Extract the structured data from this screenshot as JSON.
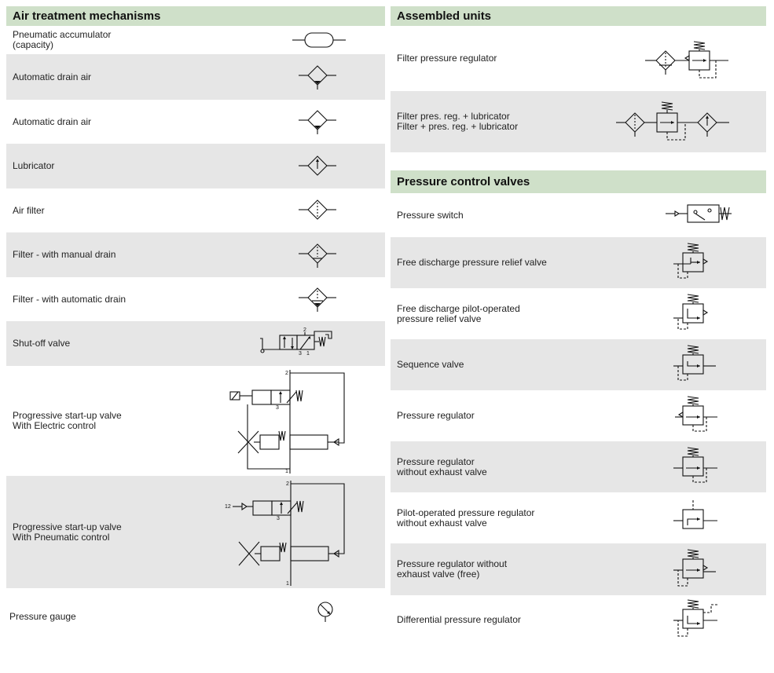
{
  "left_section": {
    "title": "Air treatment mechanisms",
    "items": [
      {
        "label": "Pneumatic accumulator\n(capacity)",
        "icon": "pneumatic-accumulator-symbol"
      },
      {
        "label": "Automatic drain air",
        "icon": "automatic-drain-symbol"
      },
      {
        "label": "Automatic drain air",
        "icon": "automatic-drain-symbol"
      },
      {
        "label": "Lubricator",
        "icon": "lubricator-symbol"
      },
      {
        "label": "Air filter",
        "icon": "air-filter-symbol"
      },
      {
        "label": "Filter - with manual drain",
        "icon": "filter-manual-drain-symbol"
      },
      {
        "label": "Filter - with automatic drain",
        "icon": "filter-automatic-drain-symbol"
      },
      {
        "label": "Shut-off valve",
        "icon": "shut-off-valve-symbol"
      },
      {
        "label": "Progressive start-up valve\nWith Electric control",
        "icon": "progressive-startup-electric-symbol"
      },
      {
        "label": "Progressive start-up valve\nWith Pneumatic control",
        "icon": "progressive-startup-pneumatic-symbol"
      },
      {
        "label": "Pressure gauge",
        "icon": "pressure-gauge-symbol"
      }
    ]
  },
  "assembled_section": {
    "title": "Assembled units",
    "items": [
      {
        "label": "Filter pressure regulator",
        "icon": "filter-pressure-regulator-symbol"
      },
      {
        "label": "Filter pres. reg. + lubricator\nFilter + pres. reg. + lubricator",
        "icon": "filter-regulator-lubricator-symbol"
      }
    ]
  },
  "pressure_section": {
    "title": "Pressure control valves",
    "items": [
      {
        "label": "Pressure switch",
        "icon": "pressure-switch-symbol"
      },
      {
        "label": "Free discharge pressure relief valve",
        "icon": "relief-valve-symbol"
      },
      {
        "label": "Free discharge pilot-operated\npressure relief valve",
        "icon": "pilot-relief-valve-symbol"
      },
      {
        "label": "Sequence valve",
        "icon": "sequence-valve-symbol"
      },
      {
        "label": "Pressure regulator",
        "icon": "pressure-regulator-symbol"
      },
      {
        "label": "Pressure regulator\nwithout exhaust valve",
        "icon": "regulator-no-exhaust-symbol"
      },
      {
        "label": "Pilot-operated pressure regulator\nwithout exhaust valve",
        "icon": "pilot-regulator-no-exhaust-symbol"
      },
      {
        "label": "Pressure regulator without\nexhaust valve (free)",
        "icon": "regulator-no-exhaust-free-symbol"
      },
      {
        "label": "Differential pressure regulator",
        "icon": "differential-regulator-symbol"
      }
    ]
  },
  "port_numbers": {
    "one": "1",
    "two": "2",
    "three": "3",
    "twelve": "12"
  },
  "colors": {
    "header_bg": "#cfe0c9",
    "row_shade": "#e6e6e6",
    "line": "#111111"
  }
}
